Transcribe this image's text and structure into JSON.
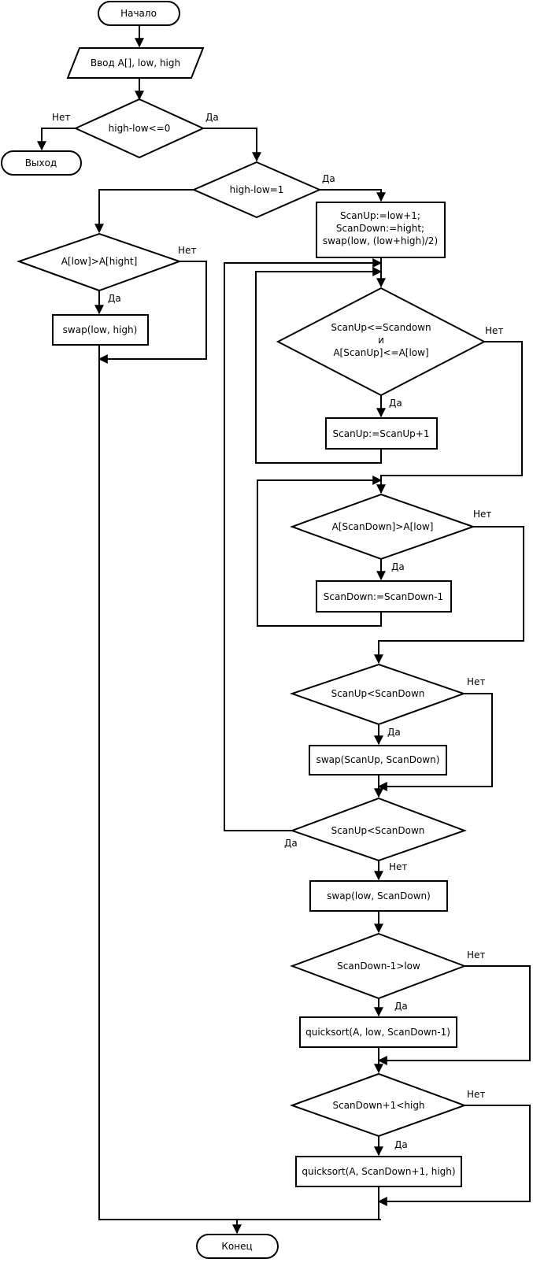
{
  "nodes": {
    "start": "Начало",
    "input": "Ввод A[], low, high",
    "cond1": "high-low<=0",
    "exit": "Выход",
    "cond2": "high-low=1",
    "cond3": "A[low]>A[hight]",
    "swap_lh": "swap(low, high)",
    "init": [
      "ScanUp:=low+1;",
      "ScanDown:=hight;",
      "swap(low, (low+high)/2)"
    ],
    "cond_up": [
      "ScanUp<=Scandown",
      "и",
      "A[ScanUp]<=A[low]"
    ],
    "inc_up": "ScanUp:=ScanUp+1",
    "cond_down": "A[ScanDown]>A[low]",
    "dec_down": "ScanDown:=ScanDown-1",
    "cond_swap": "ScanUp<ScanDown",
    "swap_ud": "swap(ScanUp, ScanDown)",
    "cond_loop": "ScanUp<ScanDown",
    "swap_ld": "swap(low, ScanDown)",
    "cond_left": "ScanDown-1>low",
    "qs_left": "quicksort(A, low, ScanDown-1)",
    "cond_right": "ScanDown+1<high",
    "qs_right": "quicksort(A, ScanDown+1, high)",
    "end": "Конец"
  },
  "labels": {
    "yes": "Да",
    "no": "Нет"
  }
}
